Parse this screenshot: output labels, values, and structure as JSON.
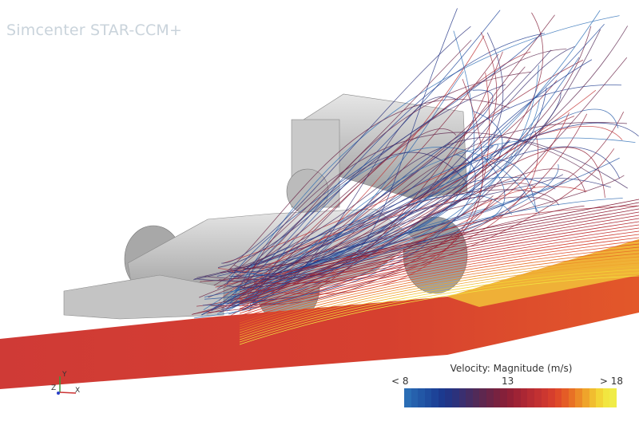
{
  "app_title": "Simcenter STAR-CCM+",
  "legend": {
    "title": "Velocity: Magnitude (m/s)",
    "min_label": "< 8",
    "mid_label": "13",
    "max_label": "> 18",
    "min": 8,
    "max": 18,
    "colors": [
      "#2a6db5",
      "#2661ad",
      "#2257a6",
      "#1f4d9f",
      "#1d4398",
      "#1c3a8f",
      "#223586",
      "#2c327c",
      "#3a2f70",
      "#452c63",
      "#512a58",
      "#5e274f",
      "#6b2447",
      "#782240",
      "#85203a",
      "#922036",
      "#9f2335",
      "#ab2734",
      "#b72c33",
      "#c23132",
      "#cc3730",
      "#d63e2d",
      "#df4a29",
      "#e45c26",
      "#e87125",
      "#ec8a27",
      "#efa42b",
      "#f1bd30",
      "#f3d436",
      "#f2e640",
      "#f0ec48"
    ]
  },
  "axes": {
    "x": "X",
    "y": "Y",
    "z": "Z"
  }
}
